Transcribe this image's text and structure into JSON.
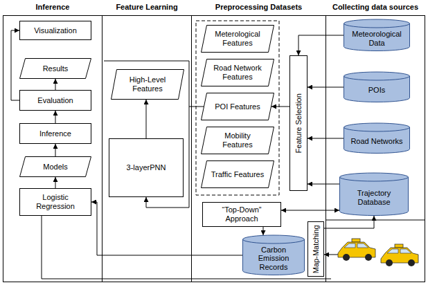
{
  "diagram": {
    "nodes": [
      {
        "text": [
          "Inference"
        ]
      },
      {
        "text": [
          "Feature Learning"
        ]
      },
      {
        "text": [
          "Preprocessing Datasets"
        ]
      },
      {
        "text": [
          "Collecting data sources"
        ]
      },
      {
        "text": [
          "Visualization"
        ],
        "in": 0
      },
      {
        "text": [
          "Results"
        ],
        "in": 0
      },
      {
        "text": [
          "Evaluation"
        ],
        "in": 0
      },
      {
        "text": [
          "Inference"
        ],
        "in": 0
      },
      {
        "text": [
          "Models"
        ],
        "in": 0
      },
      {
        "text": [
          "Logistic Regression"
        ],
        "in": 0
      },
      {
        "text": [
          "High-Level Features"
        ],
        "in": 1
      },
      {
        "text": [
          "3-layerPNN"
        ],
        "in": 1
      },
      {
        "text": [
          "Meterological Features"
        ],
        "in": 2
      },
      {
        "text": [
          "Road Network Features"
        ],
        "in": 2
      },
      {
        "text": [
          "POI Features"
        ],
        "in": 2
      },
      {
        "text": [
          "Mobility Features"
        ],
        "in": 2
      },
      {
        "text": [
          "Traffic Features"
        ],
        "in": 2
      },
      {
        "text": [
          "Feature Selection"
        ],
        "in": 2
      },
      {
        "text": [
          "“Top-Down” Approach"
        ],
        "in": 2
      },
      {
        "text": [
          "Map-Matching"
        ],
        "in": 2
      },
      {
        "text": [
          "Carbon Emission Records"
        ],
        "in": 2
      },
      {
        "text": [
          "Meteorological Data"
        ],
        "in": 3
      },
      {
        "text": [
          "POIs"
        ],
        "in": 3
      },
      {
        "text": [
          "Road Networks"
        ],
        "in": 3
      },
      {
        "text": [
          "Trajectory Database"
        ],
        "in": 3
      }
    ],
    "edges": [
      {
        "from": 9,
        "to": 8,
        "arrow": "to"
      },
      {
        "from": 8,
        "to": 7,
        "arrow": "to"
      },
      {
        "from": 7,
        "to": 6,
        "arrow": "to"
      },
      {
        "from": 6,
        "to": 5,
        "arrow": "to"
      },
      {
        "from": 6,
        "to": 4,
        "arrow": "to"
      },
      {
        "from": 11,
        "to": 10,
        "arrow": "to"
      },
      {
        "from": 14,
        "to": 11,
        "arrow": "to"
      },
      {
        "from": 17,
        "to": 14,
        "arrow": "to"
      },
      {
        "from": 21,
        "to": 17,
        "arrow": "to"
      },
      {
        "from": 22,
        "to": 17,
        "arrow": "to"
      },
      {
        "from": 23,
        "to": 17,
        "arrow": "to"
      },
      {
        "from": 24,
        "to": 17,
        "arrow": "to"
      },
      {
        "from": 18,
        "to": 24,
        "arrow": "both"
      },
      {
        "from": 18,
        "to": 20,
        "arrow": "to"
      },
      {
        "from": 19,
        "to": 24,
        "arrow": "to"
      },
      {
        "from": 20,
        "to": 9,
        "arrow": "to"
      }
    ]
  }
}
